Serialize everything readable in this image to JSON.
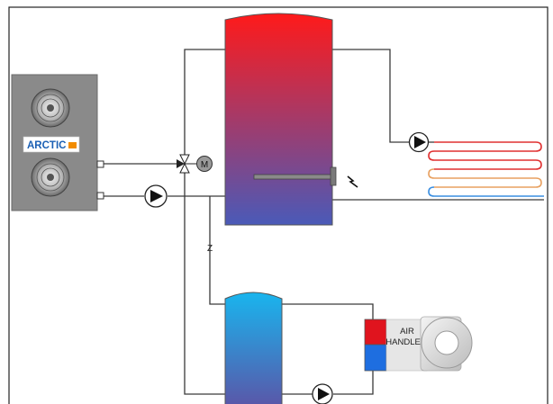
{
  "heat_pump": {
    "brand": "ARCTIC",
    "brand_suffix": "",
    "brand_color": "#1a5fb4",
    "accent_color": "#f28c00",
    "cabinet_color": "#8a8a8a"
  },
  "air_handler": {
    "label_line1": "AIR",
    "label_line2": "HANDLER",
    "hot_color": "#e0141e",
    "cold_color": "#1e6ee0"
  },
  "valve": {
    "motor_label": "M"
  },
  "check_valve": {
    "label": "Z"
  },
  "buffer_tank": {
    "top_color": "#ff1a1a",
    "bottom_color": "#4a5ab8"
  },
  "dhw_tank": {
    "top_color": "#19b5ee",
    "bottom_color": "#5a56a8"
  },
  "radiant_loops": {
    "colors": [
      "#e03030",
      "#e03030",
      "#e8a060",
      "#3a8ee0"
    ]
  },
  "icons": [
    "fan-icon",
    "pump-icon",
    "motor-valve-icon",
    "electric-heater-icon",
    "lightning-icon",
    "check-valve-icon",
    "blower-icon"
  ]
}
